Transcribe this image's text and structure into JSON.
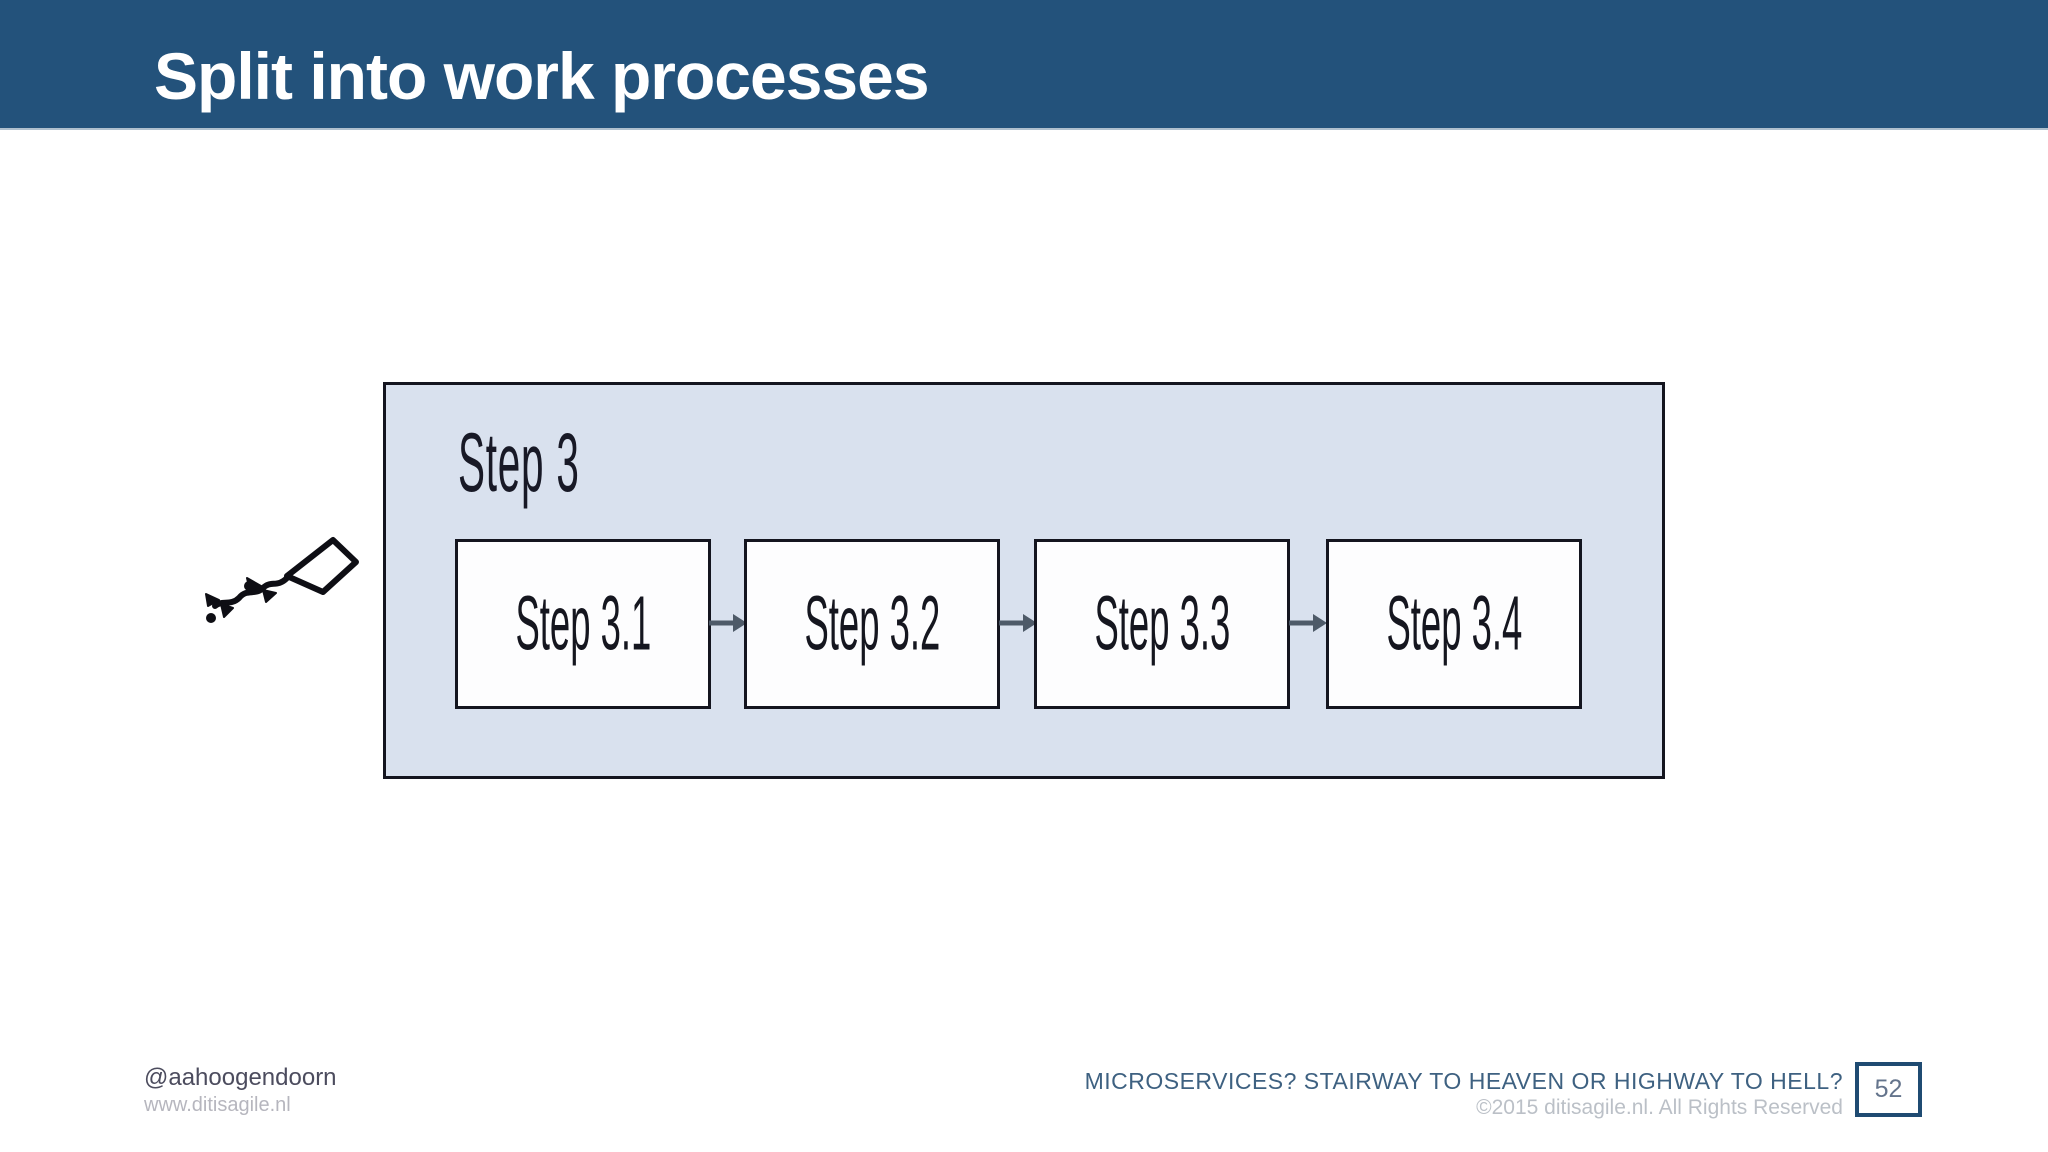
{
  "header": {
    "title": "Split into work processes"
  },
  "diagram": {
    "group_label": "Step 3",
    "steps": [
      {
        "label": "Step 3.1"
      },
      {
        "label": "Step 3.2"
      },
      {
        "label": "Step 3.3"
      },
      {
        "label": "Step 3.4"
      }
    ],
    "arrow_icon": "right-arrow-icon",
    "doodle_icon": "kite-doodle-icon"
  },
  "footer": {
    "handle": "@aahoogendoorn",
    "website": "www.ditisagile.nl",
    "deck_title": "MICROSERVICES? STAIRWAY TO HEAVEN OR HIGHWAY TO HELL?",
    "copyright": "©2015 ditisagile.nl. All Rights Reserved",
    "page_number": "52"
  },
  "colors": {
    "header_bg": "#23527B",
    "container_fill": "#D9E1EE",
    "border_dark": "#14151F",
    "arrow": "#4E5A68",
    "accent_blue": "#1F4B72",
    "deck_title_blue": "#3E6181",
    "muted_gray": "#B6B6BE"
  }
}
